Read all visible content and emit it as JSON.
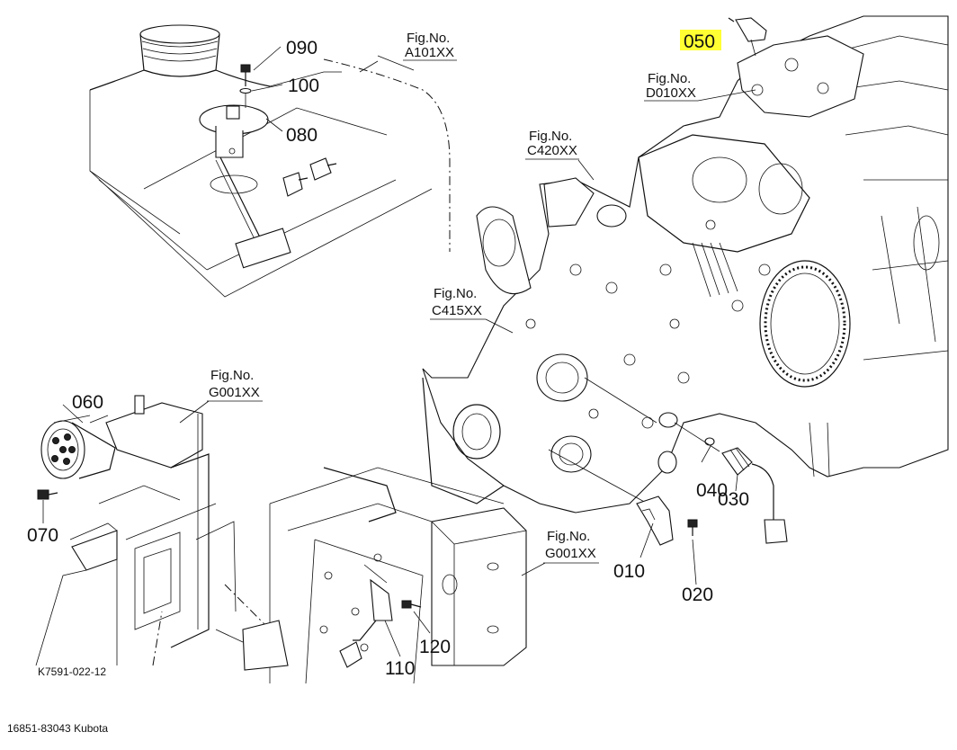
{
  "diagram_code": "K7591-022-12",
  "footer": "16851-83043 Kubota",
  "highlight_color": "#ffff33",
  "part_labels": {
    "p010": "010",
    "p020": "020",
    "p030": "030",
    "p040": "040",
    "p050": "050",
    "p060": "060",
    "p070": "070",
    "p080": "080",
    "p090": "090",
    "p100": "100",
    "p110": "110",
    "p120": "120"
  },
  "figure_refs": {
    "a101": {
      "line1": "Fig.No.",
      "line2": "A101XX"
    },
    "d010": {
      "line1": "Fig.No.",
      "line2": "D010XX"
    },
    "c420": {
      "line1": "Fig.No.",
      "line2": "C420XX"
    },
    "c415": {
      "line1": "Fig.No.",
      "line2": "C415XX"
    },
    "g001a": {
      "line1": "Fig.No.",
      "line2": "G001XX"
    },
    "g001b": {
      "line1": "Fig.No.",
      "line2": "G001XX"
    }
  },
  "highlighted_part": "050"
}
